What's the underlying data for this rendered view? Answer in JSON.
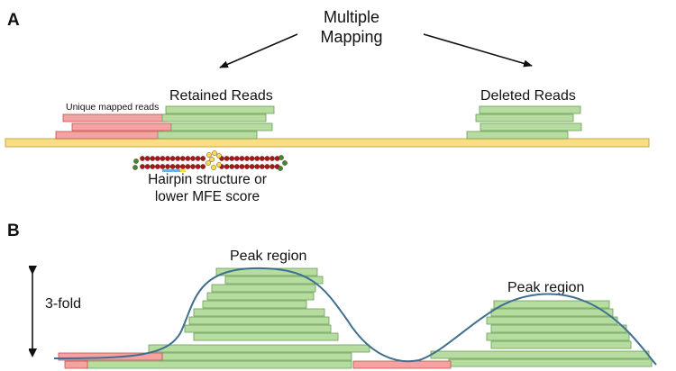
{
  "panel_a": {
    "label": "A",
    "title_line1": "Multiple",
    "title_line2": "Mapping",
    "retained_label": "Retained Reads",
    "deleted_label": "Deleted Reads",
    "unique_label": "Unique mapped reads",
    "hairpin_line1": "Hairpin structure or",
    "hairpin_line2": "lower MFE score"
  },
  "panel_b": {
    "label": "B",
    "fold_label": "3-fold",
    "peak1_label": "Peak region",
    "peak2_label": "Peak region"
  },
  "colors": {
    "unique_read": "#f4a3a3",
    "multi_read": "#b6dca0",
    "genome": "#f9df82",
    "curve": "#3f6f8f",
    "hairpin_base": "#a81818",
    "hairpin_end": "#3b8a2e",
    "hairpin_loop": "#f1e04a"
  }
}
